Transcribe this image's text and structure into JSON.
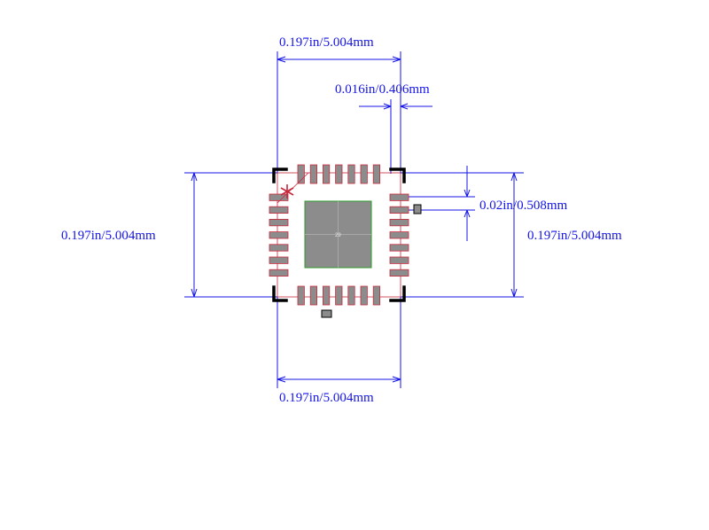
{
  "colors": {
    "dimension": "#1414e6",
    "outline": "#000000",
    "pad_fill": "#8c8c8c",
    "pad_outline": "#c8283c",
    "thermal_pad_fill": "#8c8c8c",
    "thermal_pad_outline": "#2a9a2a",
    "pin1_marker": "#c8283c",
    "background": "#ffffff"
  },
  "dimensions": {
    "top_width": "0.197in/5.004mm",
    "pad_width": "0.016in/0.406mm",
    "pitch": "0.02in/0.508mm",
    "left_height": "0.197in/5.004mm",
    "right_height": "0.197in/5.004mm",
    "bottom_width": "0.197in/5.004mm"
  },
  "footprint": {
    "thermal_pad_number": "29",
    "pins_per_side": 7,
    "pin1_marker_icon": "asterisk-icon"
  }
}
